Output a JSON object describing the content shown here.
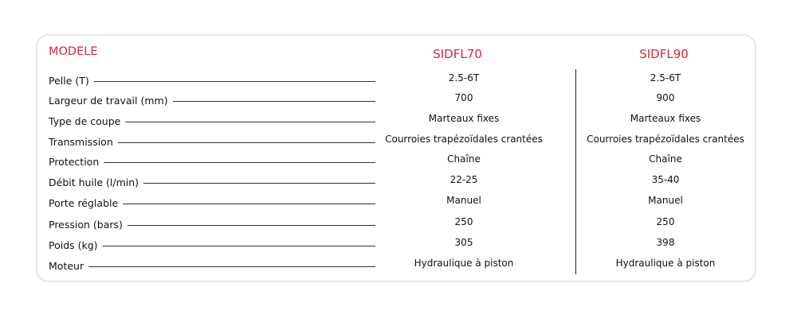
{
  "accent_color": "#d7263d",
  "table": {
    "header_label": "MODELE",
    "models": [
      "SIDFL70",
      "SIDFL90"
    ],
    "rows": [
      {
        "label": "Pelle (T)",
        "values": [
          "2.5-6T",
          "2.5-6T"
        ]
      },
      {
        "label": "Largeur de travail (mm)",
        "values": [
          "700",
          "900"
        ]
      },
      {
        "label": "Type de coupe",
        "values": [
          "Marteaux fixes",
          "Marteaux fixes"
        ]
      },
      {
        "label": "Transmission",
        "values": [
          "Courroies trapézoïdales crantées",
          "Courroies trapézoïdales crantées"
        ]
      },
      {
        "label": "Protection",
        "values": [
          "Chaîne",
          "Chaîne"
        ]
      },
      {
        "label": "Débit huile (l/min)",
        "values": [
          "22-25",
          "35-40"
        ]
      },
      {
        "label": "Porte réglable",
        "values": [
          "Manuel",
          "Manuel"
        ]
      },
      {
        "label": "Pression (bars)",
        "values": [
          "250",
          "250"
        ]
      },
      {
        "label": "Poids (kg)",
        "values": [
          "305",
          "398"
        ]
      },
      {
        "label": "Moteur",
        "values": [
          "Hydraulique à piston",
          "Hydraulique à piston"
        ]
      }
    ]
  }
}
